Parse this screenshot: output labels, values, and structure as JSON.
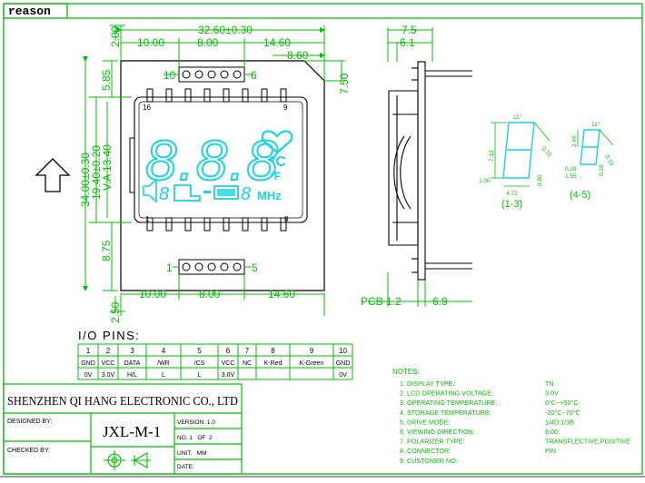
{
  "header": {
    "title": "reason"
  },
  "colors": {
    "line": "#00c000",
    "ink": "#000000",
    "lcd": "#19d3e6",
    "frame": "#a0a0a0"
  },
  "dims": {
    "top_overall": "32.60±0.30",
    "top_left": "10.00",
    "top_mid": "8.00",
    "top_right": "14.60",
    "top_r2": "8.60",
    "top_2": "2.00",
    "left_585": "5.85",
    "left_3400": "34.00±0.30",
    "left_1940": "19.40±0.20",
    "left_va": "V.A 13.40",
    "left_875": "8.75",
    "right_750": "7.50",
    "bot_left": "10.00",
    "bot_mid": "8.00",
    "bot_right": "14.60",
    "bot_250": "2.50",
    "side_75": "7.5",
    "side_61": "6.1",
    "pcb_label": "PCB 1.2",
    "side_69": "6.9"
  },
  "pins": {
    "top_left": "10",
    "top_right": "6",
    "bottom_left": "1",
    "bottom_right": "5",
    "lcd_16": "16",
    "lcd_9": "9",
    "lcd_1": "1",
    "lcd_8": "8"
  },
  "lcd": {
    "digits": "8.8.8",
    "deg_c": "°C",
    "deg_f": "°F",
    "mhz": "MHz",
    "small8": "8"
  },
  "segments": {
    "label_13": "(1-3)",
    "label_45": "(4-5)",
    "d1": [
      "11°",
      "0.31",
      "7.13",
      "1.00",
      "4.72",
      "0.80"
    ],
    "d2": [
      "2.49",
      "11°",
      "0.10",
      "0.28",
      "1.55",
      "0.28"
    ]
  },
  "io": {
    "title": "I/O PINS:",
    "headers": [
      "1",
      "2",
      "3",
      "4",
      "5",
      "6",
      "7",
      "8",
      "9",
      "10"
    ],
    "row1": [
      "GND",
      "VCC",
      "DATA",
      "/WR",
      "/CS",
      "VCC",
      "NC",
      "K-Red",
      "K-Green",
      "GND"
    ],
    "row2": [
      "0V",
      "3.0V",
      "H/L",
      "L",
      "L",
      "3.0V",
      "",
      "",
      "",
      "0V"
    ]
  },
  "titleblock": {
    "company": "SHENZHEN QI HANG ELECTRONIC CO., LTD",
    "designed": "DESIGNED BY:",
    "checked": "CHECKED BY:",
    "part": "JXL-M-1",
    "version": "VERSION: 1.0",
    "no": "NO. 1   OF  2",
    "unit": "UNIT:   MM",
    "date": "DATE:"
  },
  "notes": {
    "title": "NOTES:",
    "items": [
      {
        "label": "1. DISPLAY TYPE:",
        "value": "TN"
      },
      {
        "label": "2. LCD OPERATING VOLTAGE:",
        "value": "3.0V"
      },
      {
        "label": "3. OPERATING TEMPERATURE:",
        "value": "0°C~+50°C"
      },
      {
        "label": "4. STORAGE TEMPERATURE:",
        "value": "-20°C~70°C"
      },
      {
        "label": "5. DRIVE MODE:",
        "value": "1/4D,1/3B"
      },
      {
        "label": "6. VIEWING DIRECTION:",
        "value": "6:00"
      },
      {
        "label": "7. POLARIZER TYPE:",
        "value": "TRANSFLECTIVE,POSITIVE"
      },
      {
        "label": "8. CONNECTOR:",
        "value": "PIN"
      },
      {
        "label": "9. CUSTOMER NO:",
        "value": ""
      }
    ]
  }
}
